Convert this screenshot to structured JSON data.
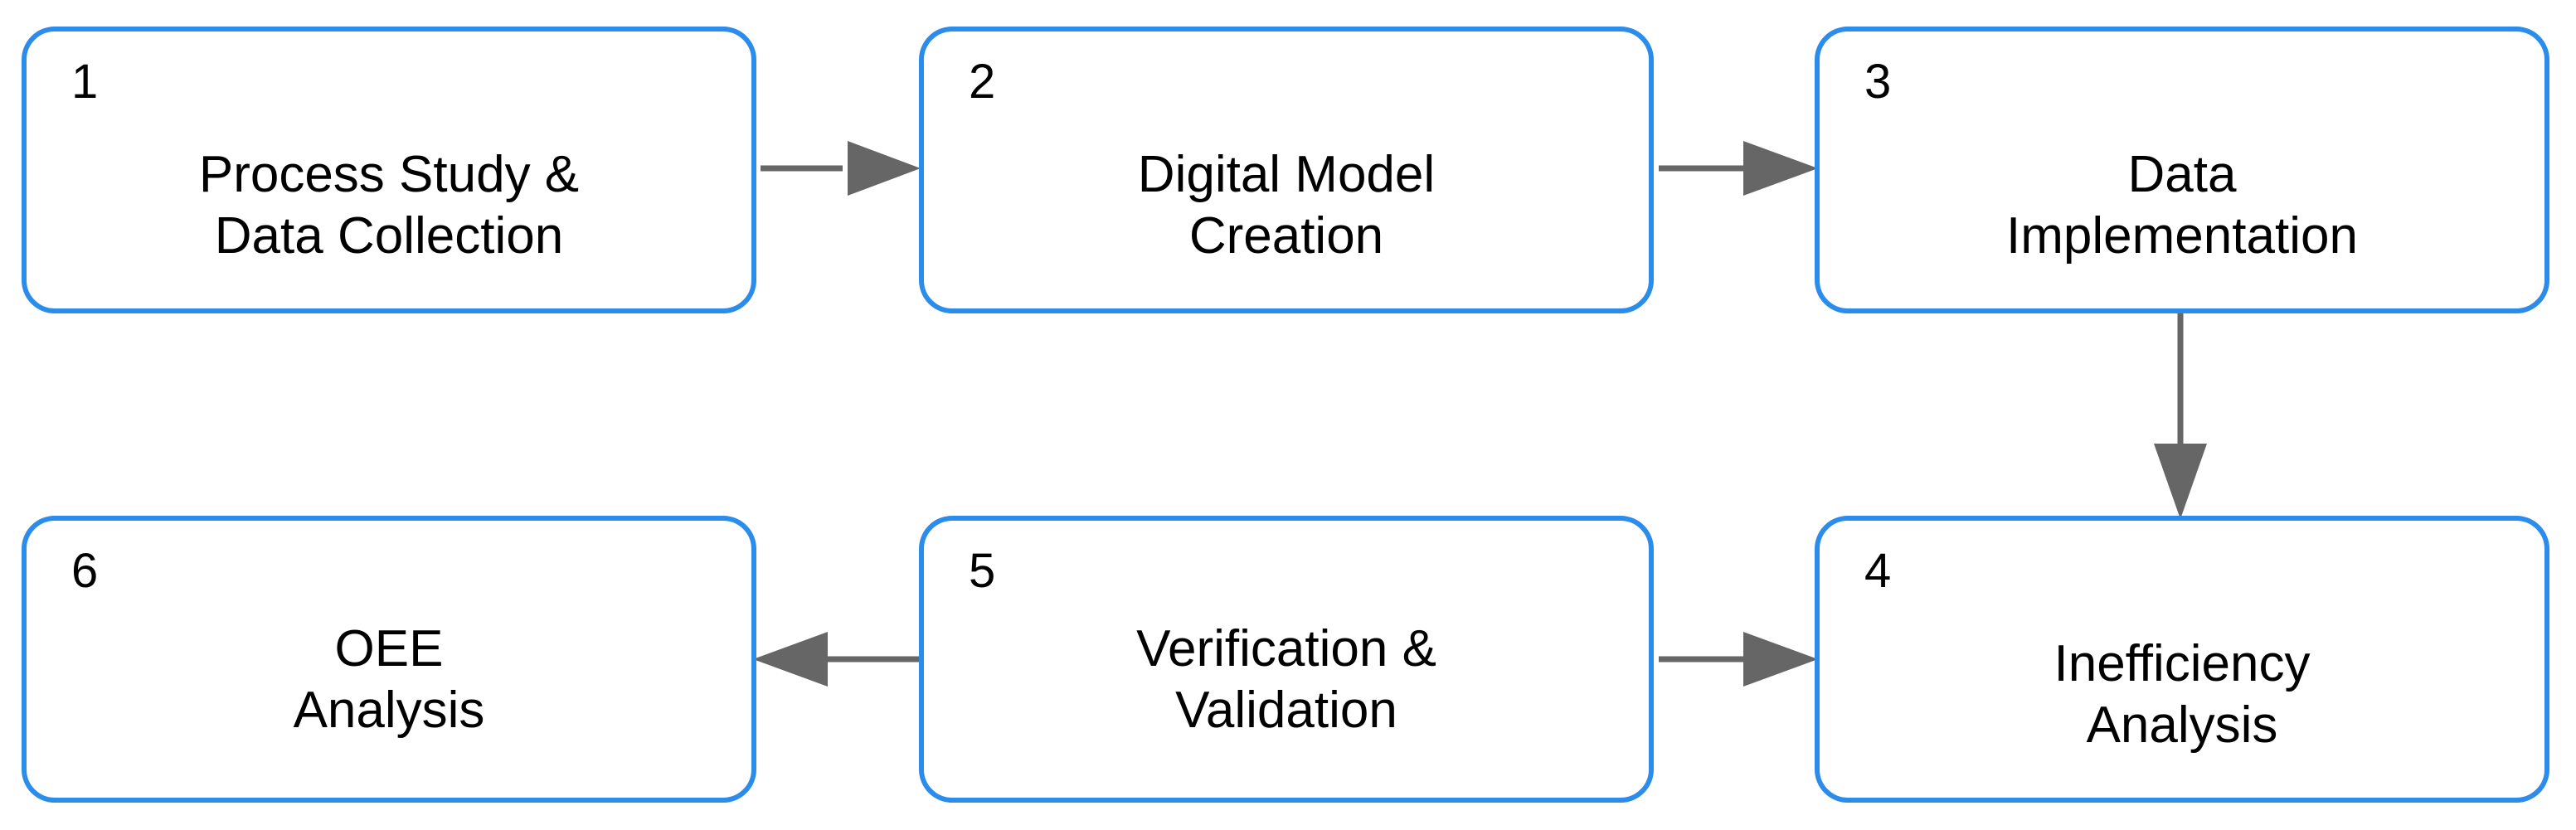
{
  "diagram": {
    "colors": {
      "box_border": "#2b8ceb",
      "box_fill": "#ffffff",
      "arrow": "#666666",
      "text": "#000000"
    },
    "steps": [
      {
        "number": "1",
        "line1": "Process Study &",
        "line2": "Data Collection"
      },
      {
        "number": "2",
        "line1": "Digital Model",
        "line2": "Creation"
      },
      {
        "number": "3",
        "line1": "Data",
        "line2": "Implementation"
      },
      {
        "number": "4",
        "line1": "Inefficiency",
        "line2": "Analysis"
      },
      {
        "number": "5",
        "line1": "Verification &",
        "line2": "Validation"
      },
      {
        "number": "6",
        "line1": "OEE",
        "line2": "Analysis"
      }
    ],
    "connections": [
      {
        "from": "1",
        "to": "2"
      },
      {
        "from": "2",
        "to": "3"
      },
      {
        "from": "3",
        "to": "4"
      },
      {
        "from": "5",
        "to": "4"
      },
      {
        "from": "5",
        "to": "6"
      }
    ]
  }
}
